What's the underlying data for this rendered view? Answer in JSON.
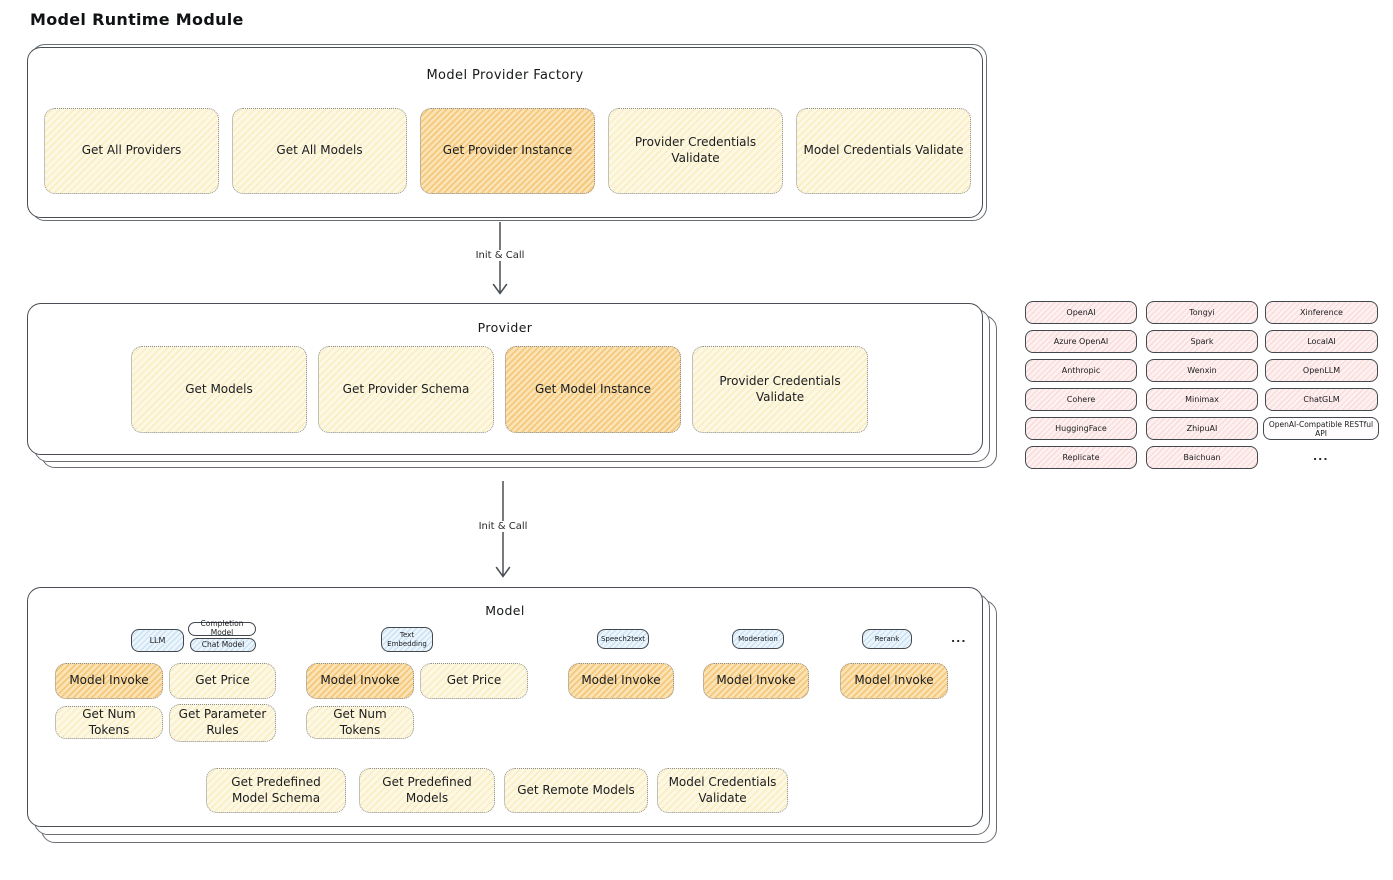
{
  "page": {
    "title": "Model Runtime Module"
  },
  "factory": {
    "title": "Model Provider Factory",
    "ops": [
      {
        "label": "Get All Providers",
        "highlight": false
      },
      {
        "label": "Get All Models",
        "highlight": false
      },
      {
        "label": "Get Provider Instance",
        "highlight": true
      },
      {
        "label": "Provider Credentials Validate",
        "highlight": false
      },
      {
        "label": "Model Credentials Validate",
        "highlight": false
      }
    ]
  },
  "edges": [
    {
      "label": "Init & Call"
    },
    {
      "label": "Init & Call"
    }
  ],
  "provider": {
    "title": "Provider",
    "ops": [
      {
        "label": "Get Models",
        "highlight": false
      },
      {
        "label": "Get Provider Schema",
        "highlight": false
      },
      {
        "label": "Get Model Instance",
        "highlight": true
      },
      {
        "label": "Provider Credentials Validate",
        "highlight": false
      }
    ]
  },
  "registry": {
    "columns": [
      [
        "OpenAI",
        "Azure OpenAI",
        "Anthropic",
        "Cohere",
        "HuggingFace",
        "Replicate"
      ],
      [
        "Tongyi",
        "Spark",
        "Wenxin",
        "Minimax",
        "ZhipuAI",
        "Baichuan"
      ],
      [
        "Xinference",
        "LocalAI",
        "OpenLLM",
        "ChatGLM",
        "OpenAI-Compatible RESTful API"
      ]
    ],
    "ellipsis": "..."
  },
  "model": {
    "title": "Model",
    "ellipsis": "...",
    "groups": [
      {
        "tabs": [
          "LLM",
          "Completion Model",
          "Chat Model"
        ],
        "ops": [
          "Model Invoke",
          "Get Price",
          "Get Num Tokens",
          "Get Parameter Rules"
        ]
      },
      {
        "tabs": [
          "Text Embedding"
        ],
        "ops": [
          "Model Invoke",
          "Get Price",
          "Get Num Tokens"
        ]
      },
      {
        "tabs": [
          "Speech2text"
        ],
        "ops": [
          "Model Invoke"
        ]
      },
      {
        "tabs": [
          "Moderation"
        ],
        "ops": [
          "Model Invoke"
        ]
      },
      {
        "tabs": [
          "Rerank"
        ],
        "ops": [
          "Model Invoke"
        ]
      }
    ],
    "shared_ops": [
      "Get Predefined Model Schema",
      "Get Predefined Models",
      "Get Remote Models",
      "Model Credentials Validate"
    ]
  },
  "colors": {
    "op_fill": "#fdf8e4",
    "op_highlight": "#fae3b4",
    "tab_fill": "#ecf5fc",
    "registry_fill": "#fdf0f0",
    "stroke": "#494e54"
  }
}
